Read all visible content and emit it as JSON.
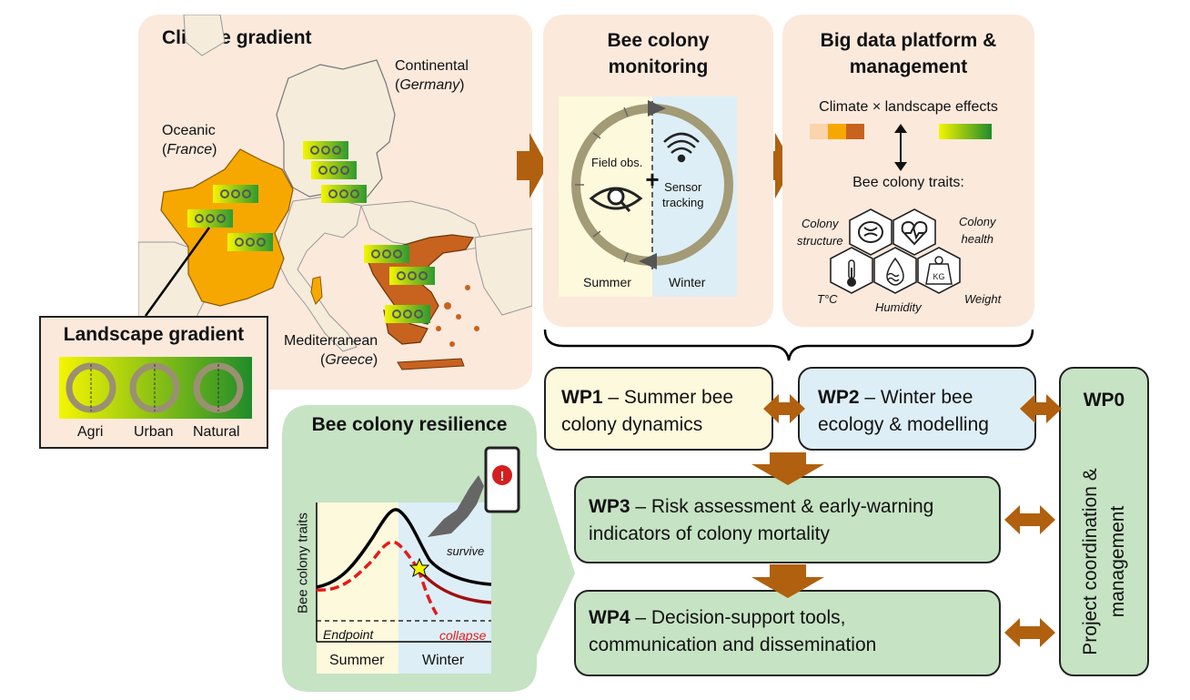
{
  "climate": {
    "title": "Climate gradient",
    "continental": "Continental",
    "continental_country": "Germany",
    "oceanic": "Oceanic",
    "oceanic_country": "France",
    "mediterranean": "Mediterranean",
    "mediterranean_country": "Greece"
  },
  "landscape": {
    "title": "Landscape gradient",
    "labels": [
      "Agri",
      "Urban",
      "Natural"
    ]
  },
  "monitoring": {
    "title_line1": "Bee colony",
    "title_line2": "monitoring",
    "field": "Field obs.",
    "sensor_line1": "Sensor",
    "sensor_line2": "tracking",
    "summer": "Summer",
    "winter": "Winter"
  },
  "platform": {
    "title_line1": "Big data platform &",
    "title_line2": "management",
    "effects": "Climate × landscape effects",
    "traits": "Bee colony traits:",
    "structure_line1": "Colony",
    "structure_line2": "structure",
    "health_line1": "Colony",
    "health_line2": "health",
    "temp": "T°C",
    "humidity": "Humidity",
    "weight": "Weight",
    "kg": "KG"
  },
  "resilience": {
    "title": "Bee colony resilience",
    "ylabel": "Bee colony traits",
    "survive": "survive",
    "collapse": "collapse",
    "endpoint": "Endpoint",
    "summer": "Summer",
    "winter": "Winter"
  },
  "wp1": {
    "code": "WP1",
    "line1": " – Summer bee",
    "line2": "colony dynamics"
  },
  "wp2": {
    "code": "WP2",
    "line1": " – Winter bee",
    "line2": "ecology & modelling"
  },
  "wp3": {
    "code": "WP3",
    "line1": " – Risk assessment & early-warning",
    "line2": "indicators of colony mortality"
  },
  "wp4": {
    "code": "WP4",
    "line1": " – Decision-support tools,",
    "line2": "communication and dissemination"
  },
  "wp0": {
    "code": "WP0",
    "line1": "Project coordination &",
    "line2": "management"
  },
  "colors": {
    "panel_peach": "#fbe9dc",
    "summer_yellow": "#fdf9dc",
    "winter_blue": "#ddeef6",
    "green_box": "#c6e3c4",
    "arrow_brown": "#b0600e",
    "france": "#f7a800",
    "greece": "#c8621f",
    "germany": "#f5ecdc"
  }
}
